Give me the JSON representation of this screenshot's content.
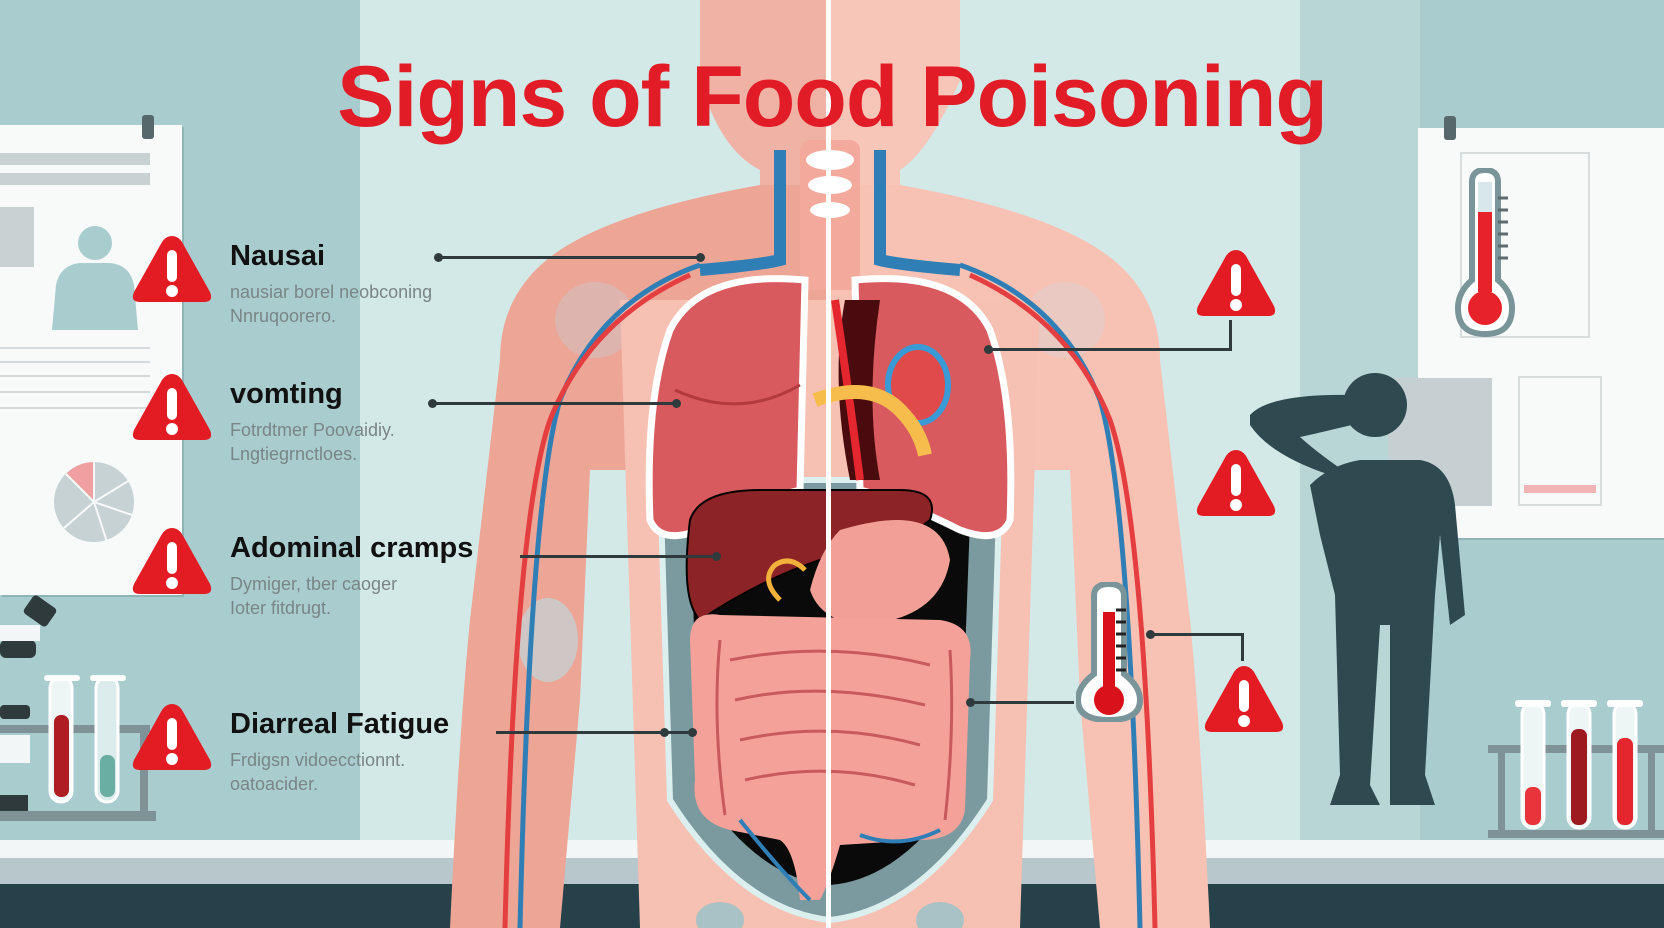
{
  "title": "Signs of Food Poisoning",
  "colors": {
    "title_red": "#e21c26",
    "warning_red": "#e31b23",
    "background_teal": "#cfe6e6",
    "silhouette": "#2e4a50",
    "skin": "#f4b6a8"
  },
  "symptoms": [
    {
      "name": "Nausai",
      "desc_line1": "nausiar borel neobconing",
      "desc_line2": "Nnruqoorero.",
      "icon": "warning-triangle-icon"
    },
    {
      "name": "vomting",
      "desc_line1": "Fotrdtmer Poovaidiy.",
      "desc_line2": "Lngtiegrnctloes.",
      "icon": "warning-triangle-icon"
    },
    {
      "name": "Adominal cramps",
      "desc_line1": "Dymiger, tber caoger",
      "desc_line2": "Ioter fitdrugt.",
      "icon": "warning-triangle-icon"
    },
    {
      "name": "Diarreal Fatigue",
      "desc_line1": "Frdigsn vidoecctionnt.",
      "desc_line2": "oatoacider.",
      "icon": "warning-triangle-icon"
    }
  ],
  "right_markers": [
    {
      "icon": "warning-triangle-icon",
      "target": "lung"
    },
    {
      "icon": "warning-triangle-icon",
      "target": "none"
    },
    {
      "icon": "warning-triangle-icon",
      "target": "fever-thermometer"
    }
  ],
  "illustrations": {
    "center": "human-torso-anatomy",
    "left_poster": "medical-chart-poster",
    "right_poster": "thermometer-poster",
    "right_figure": "person-holding-head-silhouette",
    "left_bench": "microscope-and-test-tubes",
    "right_bench": "blood-test-tubes"
  }
}
